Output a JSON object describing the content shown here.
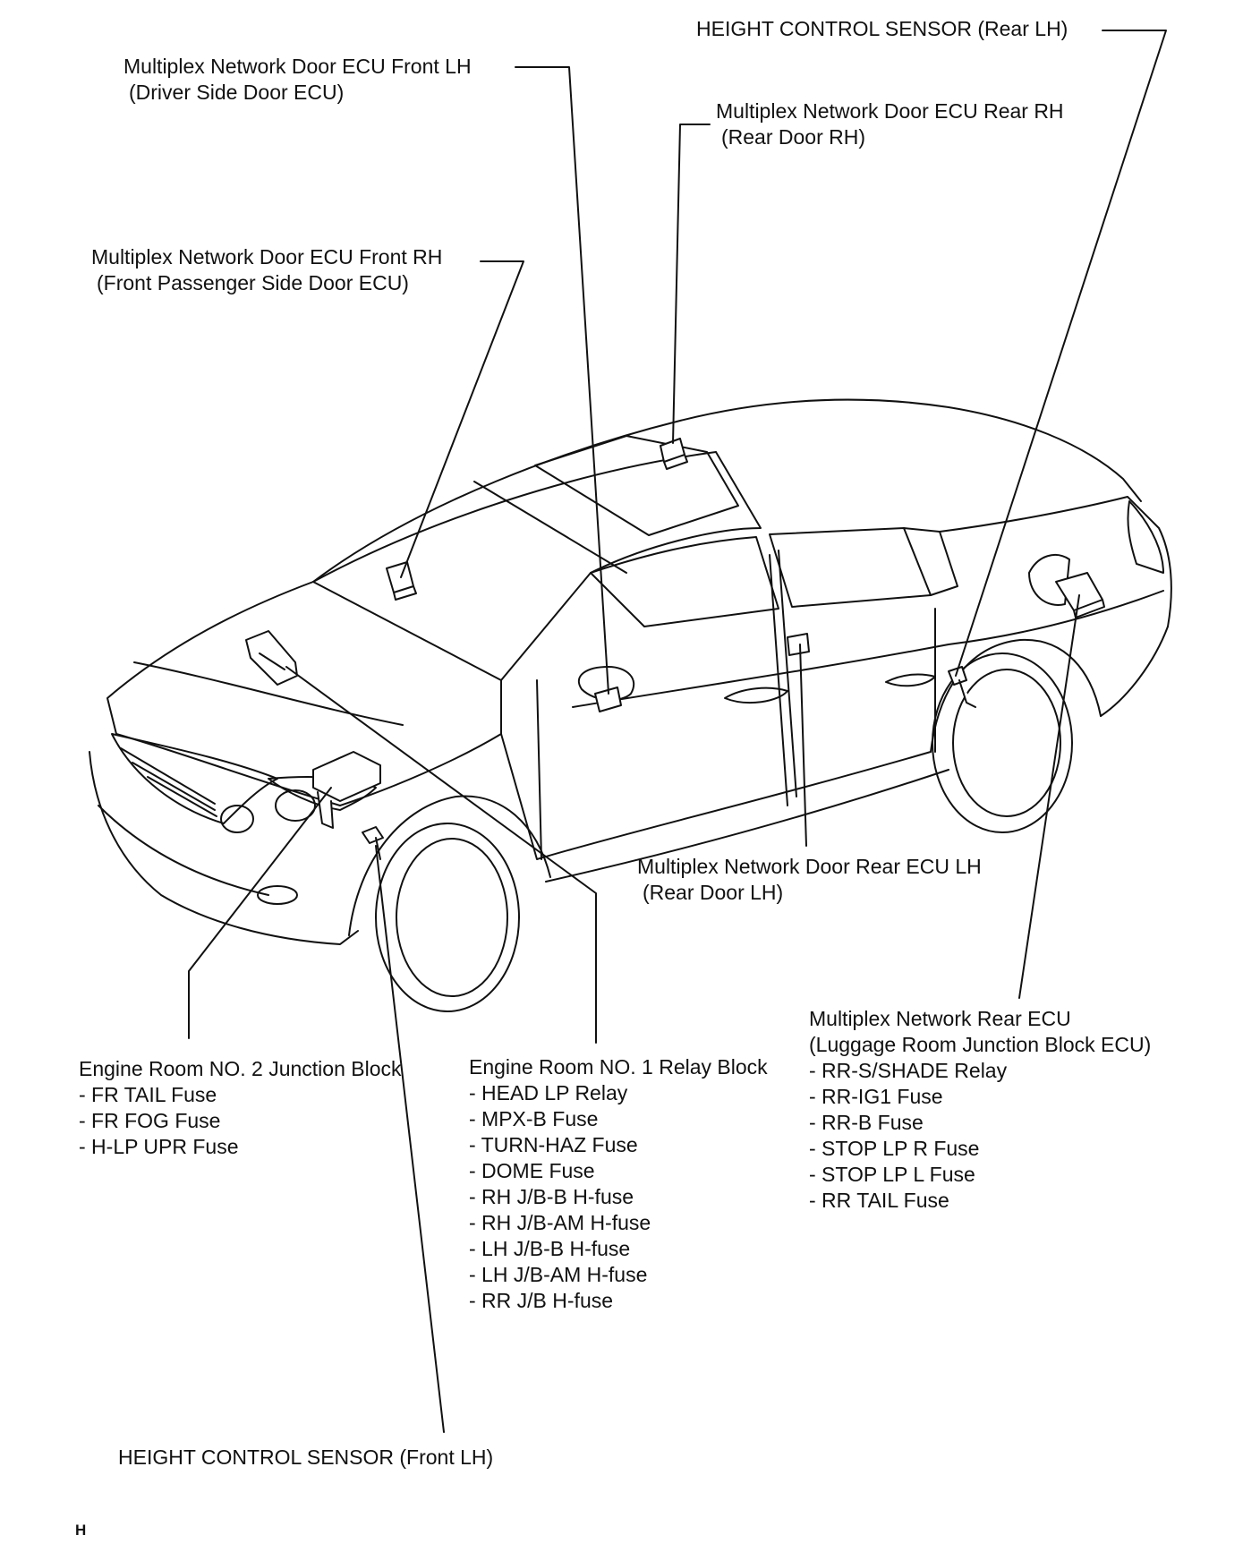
{
  "labels": {
    "height_rear": {
      "title": "HEIGHT CONTROL SENSOR (Rear LH)"
    },
    "door_front_lh": {
      "title": "Multiplex Network Door ECU Front LH",
      "subtitle": "(Driver Side Door ECU)"
    },
    "door_rear_rh": {
      "title": "Multiplex Network Door ECU Rear RH",
      "subtitle": "(Rear Door RH)"
    },
    "door_front_rh": {
      "title": "Multiplex Network Door ECU Front RH",
      "subtitle": "(Front Passenger Side Door ECU)"
    },
    "door_rear_lh": {
      "title": "Multiplex Network Door Rear ECU LH",
      "subtitle": "(Rear Door LH)"
    },
    "rear_ecu": {
      "title": "Multiplex Network Rear ECU",
      "subtitle": "(Luggage Room Junction Block ECU)",
      "items": [
        "- RR-S/SHADE Relay",
        "- RR-IG1 Fuse",
        "- RR-B Fuse",
        "- STOP LP R Fuse",
        "- STOP LP L Fuse",
        "-  RR TAIL Fuse"
      ]
    },
    "engine_jb2": {
      "title": "Engine Room NO. 2 Junction Block",
      "items": [
        "- FR TAIL Fuse",
        "- FR FOG Fuse",
        "- H-LP UPR Fuse"
      ]
    },
    "engine_relay1": {
      "title": "Engine Room NO. 1 Relay Block",
      "items": [
        "- HEAD LP Relay",
        "- MPX-B Fuse",
        "- TURN-HAZ Fuse",
        "- DOME Fuse",
        "- RH J/B-B H-fuse",
        "- RH J/B-AM H-fuse",
        "- LH J/B-B H-fuse",
        "- LH J/B-AM H-fuse",
        "- RR J/B H-fuse"
      ]
    },
    "height_front": {
      "title": "HEIGHT CONTROL SENSOR (Front LH)"
    }
  },
  "corner_mark": "H"
}
